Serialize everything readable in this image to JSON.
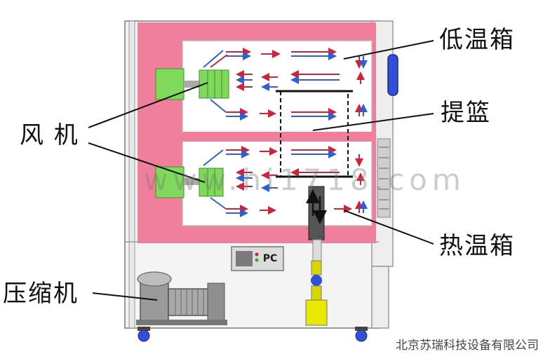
{
  "labels": {
    "low_temp_box": "低温箱",
    "basket": "提篮",
    "fan": "风 机",
    "high_temp_box": "热温箱",
    "compressor": "压缩机"
  },
  "control_panel": {
    "label": "PC"
  },
  "watermark": "www.hi1718.com",
  "company": "北京苏瑞科技设备有限公司",
  "colors": {
    "insulation": "#f07f9b",
    "chamber": "#ffffff",
    "fan": "#7fd95a",
    "arrow_red": "#d0223a",
    "arrow_blue": "#2f5fd0",
    "cabinet_line": "#9a9a9a",
    "accent_blue": "#3050d8"
  }
}
